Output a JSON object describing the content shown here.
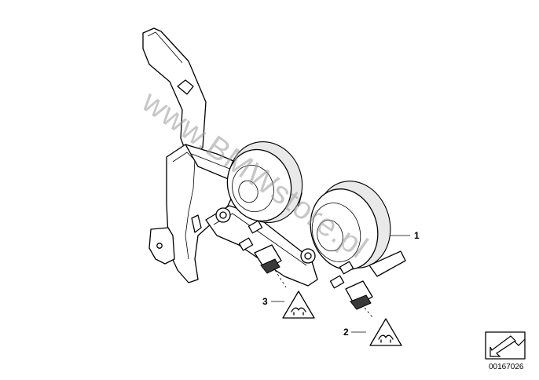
{
  "watermark": "www.BMWstore.pl",
  "callouts": [
    {
      "number": "1",
      "part": "horn-high-tone"
    },
    {
      "number": "2",
      "part": "connector-warning-label"
    },
    {
      "number": "3",
      "part": "connector-warning-label"
    }
  ],
  "part_number": "00167026",
  "icons": {
    "warning_symbol": "warning-triangle-icon",
    "navigation_arrow": "arrow-icon"
  }
}
